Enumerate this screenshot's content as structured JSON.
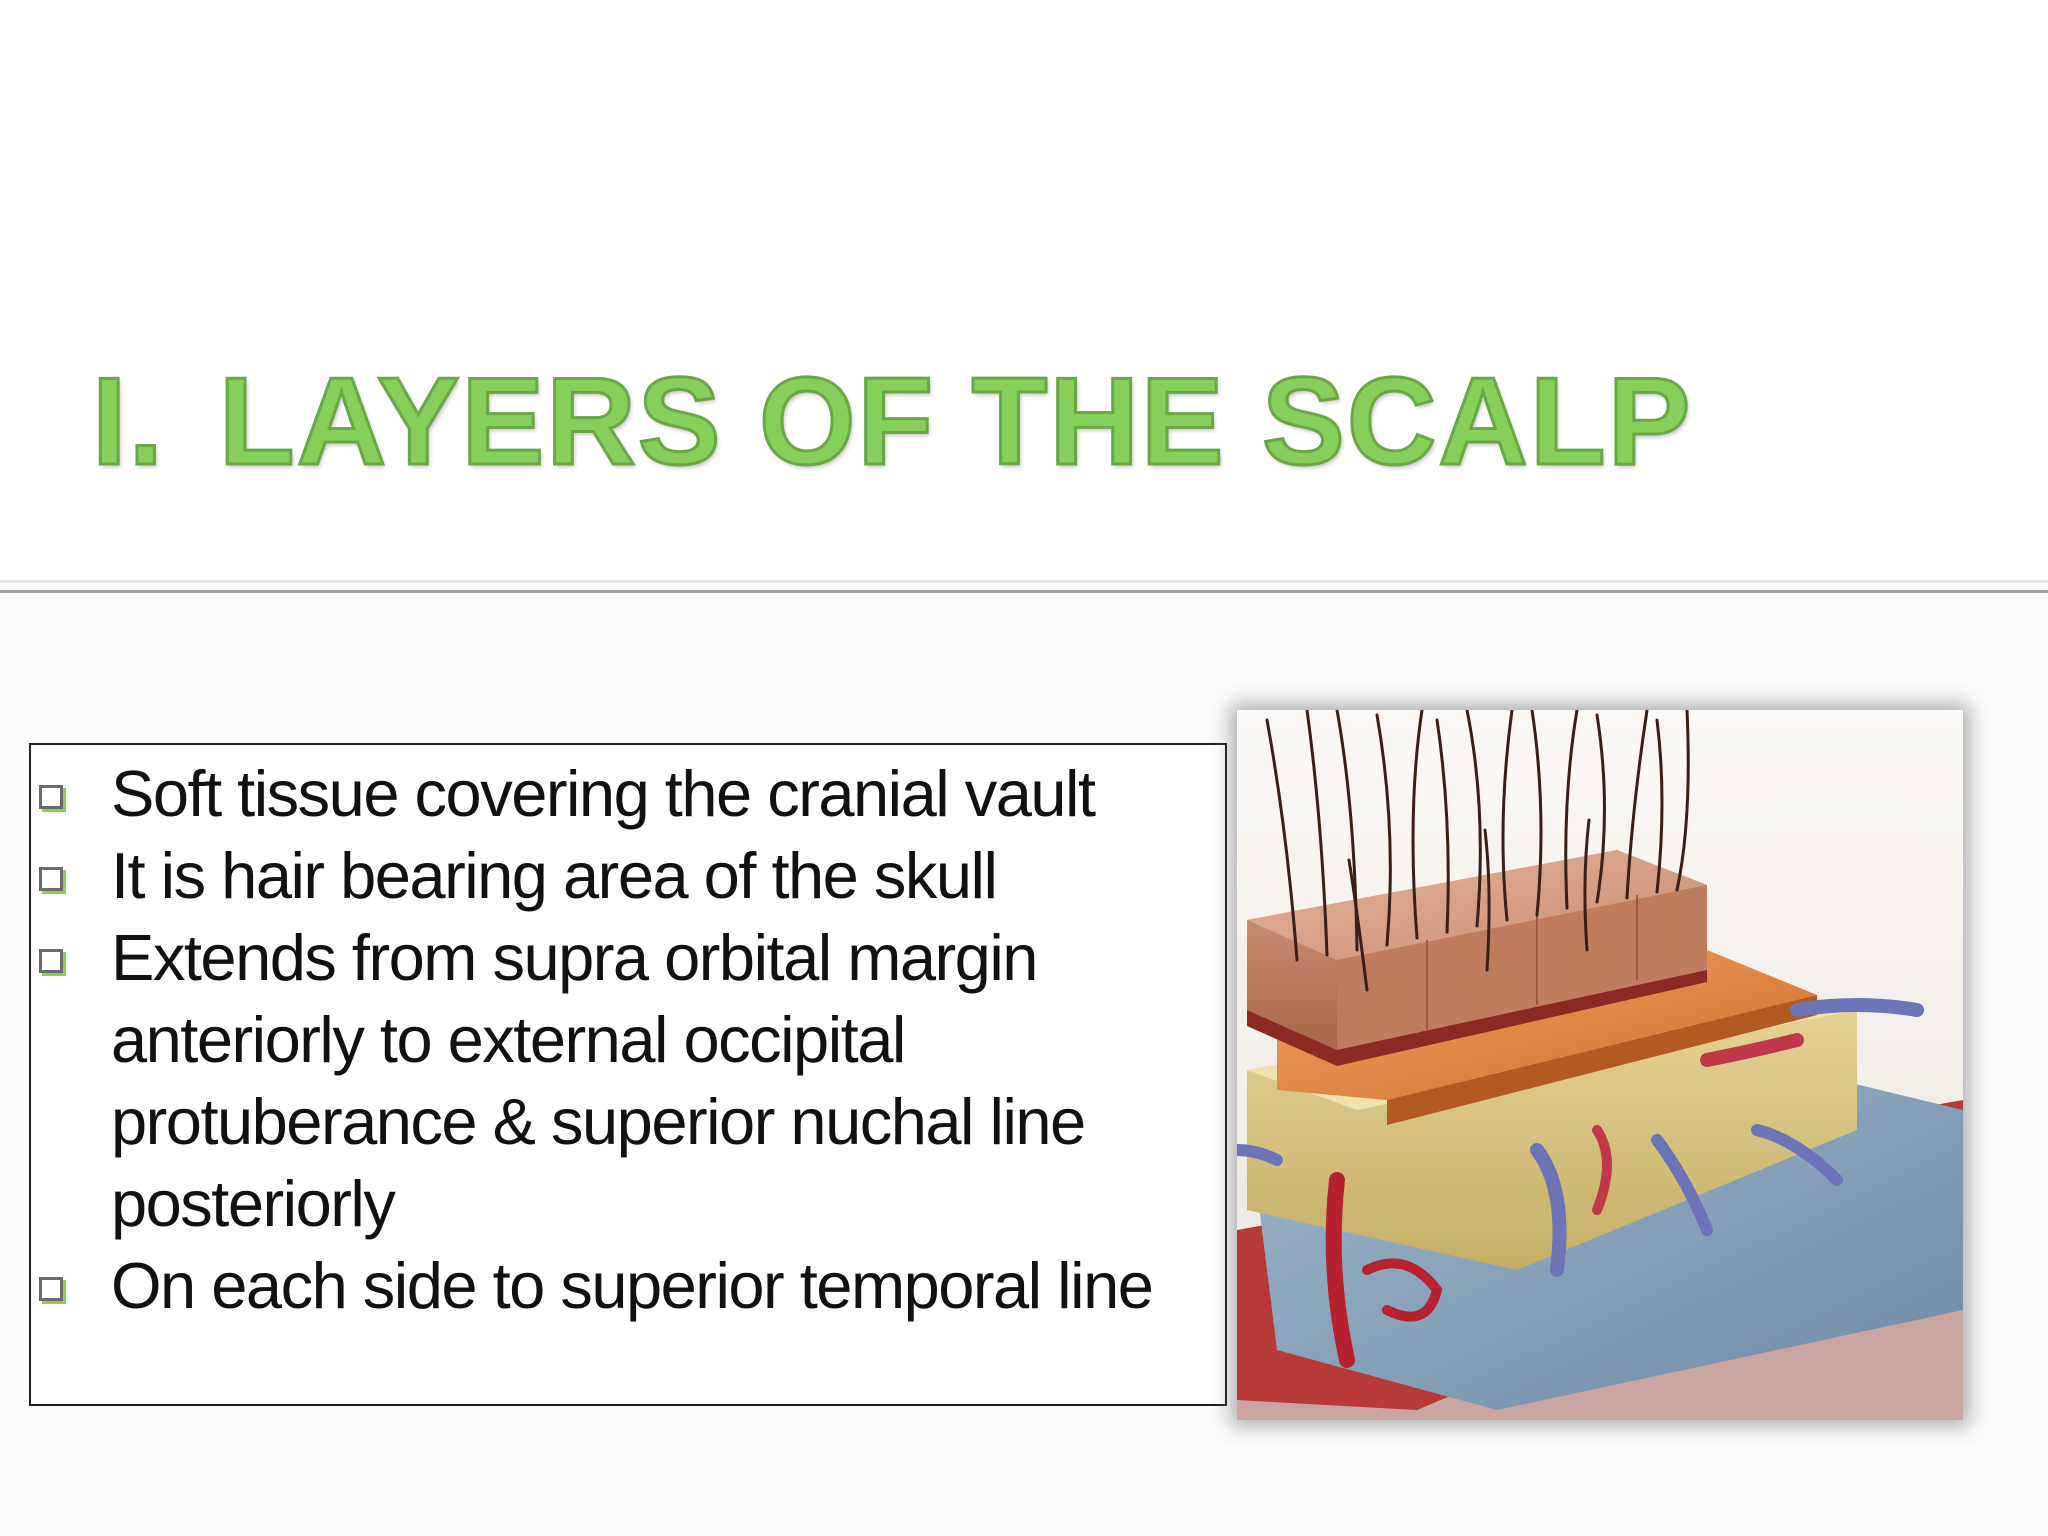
{
  "slide": {
    "title_number": "I.",
    "title_text": "LAYERS OF THE SCALP",
    "title_color": "#86cf5a",
    "bullets": [
      "Soft tissue covering the cranial vault",
      "It is hair bearing area of the skull",
      "Extends from supra orbital margin anteriorly to external occipital protuberance & superior nuchal line posteriorly",
      "On each side to superior temporal line"
    ],
    "bullet_icon": "checkbox-square-icon",
    "image": {
      "description_icon": "scalp-layers-illustration"
    }
  }
}
